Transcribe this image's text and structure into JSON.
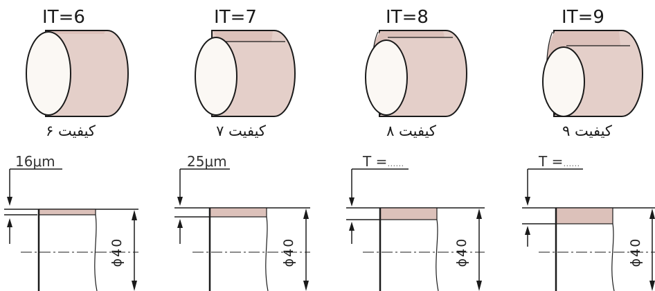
{
  "colors": {
    "body": "#e4cfc9",
    "face": "#fbf8f4",
    "band": "#dcc1ba",
    "stroke": "#1a1a1a"
  },
  "figures": [
    {
      "it": "IT=6",
      "quality": "کیفیت ۶",
      "dimension": "16μm",
      "dimension_dotted": false,
      "diameter": "ϕ40",
      "tolerance_band": 0.06
    },
    {
      "it": "IT=7",
      "quality": "کیفیت ۷",
      "dimension": "25μm",
      "dimension_dotted": false,
      "diameter": "ϕ40",
      "tolerance_band": 0.12
    },
    {
      "it": "IT=8",
      "quality": "کیفیت ۸",
      "dimension": "T =",
      "dimension_dotted": true,
      "diameter": "ϕ40",
      "tolerance_band": 0.18
    },
    {
      "it": "IT=9",
      "quality": "کیفیت ۹",
      "dimension": "T =",
      "dimension_dotted": true,
      "diameter": "ϕ40",
      "tolerance_band": 0.28
    }
  ]
}
